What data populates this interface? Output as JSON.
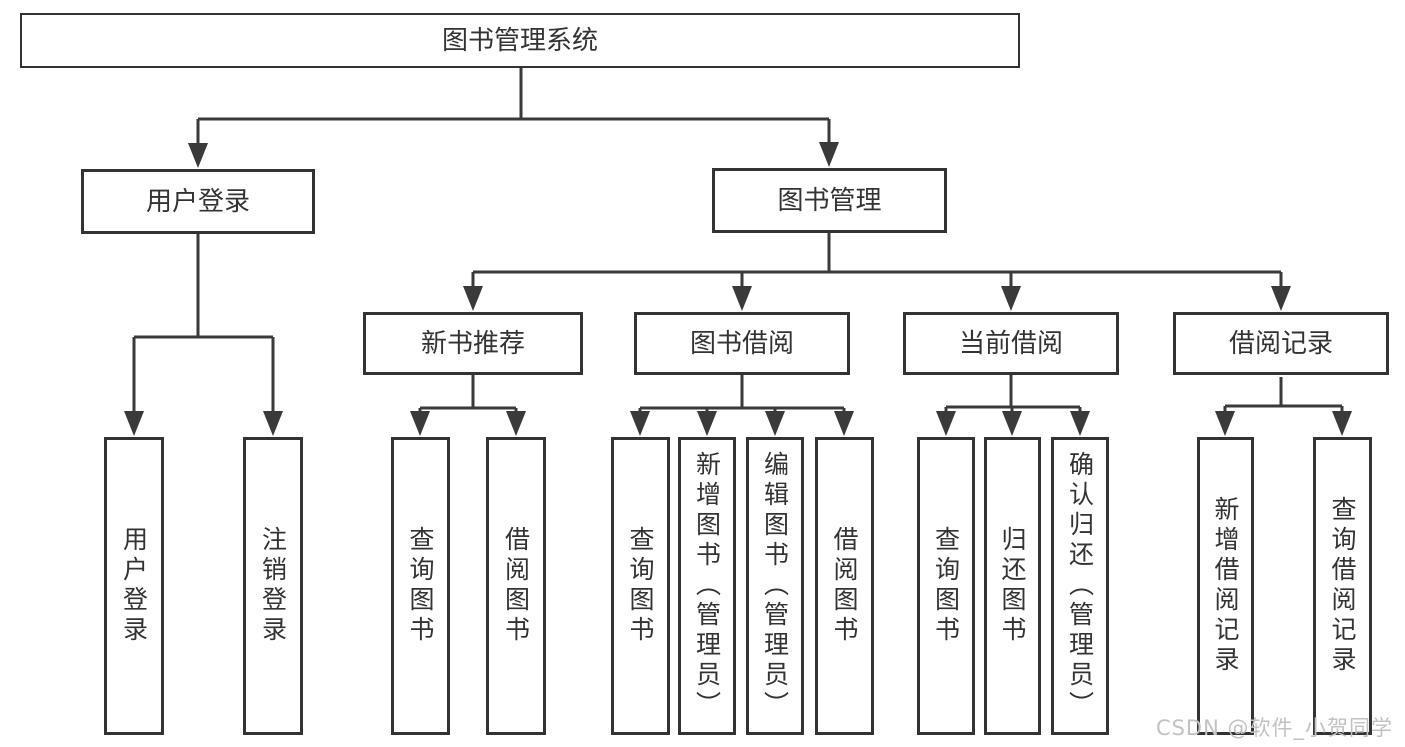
{
  "tree": {
    "label": "图书管理系统",
    "children": [
      {
        "label": "用户登录",
        "children": [
          {
            "label": "用户登录"
          },
          {
            "label": "注销登录"
          }
        ]
      },
      {
        "label": "图书管理",
        "children": [
          {
            "label": "新书推荐",
            "children": [
              {
                "label": "查询图书"
              },
              {
                "label": "借阅图书"
              }
            ]
          },
          {
            "label": "图书借阅",
            "children": [
              {
                "label": "查询图书"
              },
              {
                "label": "新增图书（管理员）"
              },
              {
                "label": "编辑图书（管理员）"
              },
              {
                "label": "借阅图书"
              }
            ]
          },
          {
            "label": "当前借阅",
            "children": [
              {
                "label": "查询图书"
              },
              {
                "label": "归还图书"
              },
              {
                "label": "确认归还（管理员）"
              }
            ]
          },
          {
            "label": "借阅记录",
            "children": [
              {
                "label": "新增借阅记录"
              },
              {
                "label": "查询借阅记录"
              }
            ]
          }
        ]
      }
    ]
  },
  "watermark": {
    "text": "CSDN @软件_小贺同学"
  },
  "colors": {
    "line": "#3a3a3a",
    "box_border": "#333333",
    "text": "#333333",
    "background": "#ffffff",
    "watermark": "#c2c2c2"
  }
}
